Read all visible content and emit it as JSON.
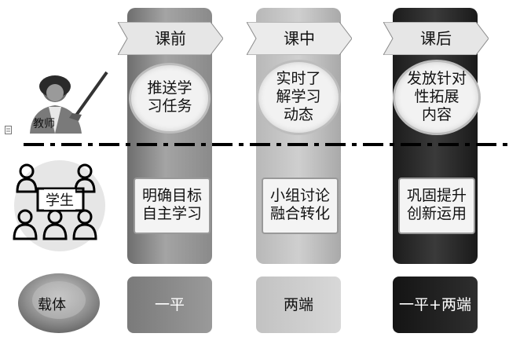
{
  "columns": [
    {
      "phase": "课前",
      "teacher": "推送学\n习任务",
      "student": "明确目标\n自主学习",
      "carrier": "一平"
    },
    {
      "phase": "课中",
      "teacher": "实时了\n解学习\n动态",
      "student": "小组讨论\n融合转化",
      "carrier": "两端"
    },
    {
      "phase": "课后",
      "teacher": "发放针对\n性拓展\n内容",
      "student": "巩固提升\n创新运用",
      "carrier": "一平+两端"
    }
  ],
  "rows": {
    "teacher_label": "教师",
    "student_label": "学生",
    "carrier_label": "载体"
  }
}
